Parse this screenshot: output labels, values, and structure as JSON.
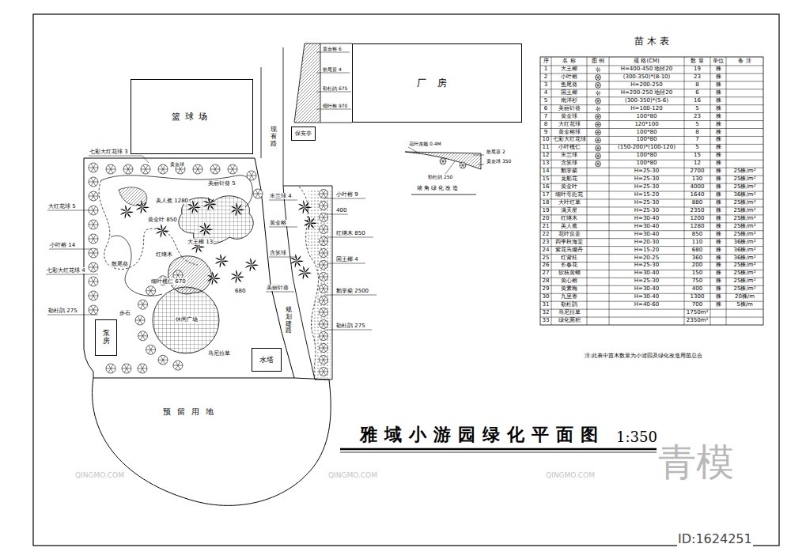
{
  "diagram": {
    "title": "雅域小游园绿化平面图",
    "nodes": [
      {
        "text": [
          "篮球场"
        ]
      },
      {
        "text": [
          "厂房"
        ]
      },
      {
        "text": [
          "保安亭"
        ]
      },
      {
        "text": [
          "泵房"
        ]
      },
      {
        "text": [
          "水塔"
        ]
      }
    ],
    "labels": [
      "苗 木 表",
      "序",
      "名 称",
      "图 例",
      "规 格(CM)",
      "数 量",
      "单位",
      "备 注",
      "1",
      "大王椰",
      "H=400-450 地径20",
      "19",
      "株",
      "2",
      "小叶榕",
      "(300-350)*(8-10)",
      "23",
      "株",
      "3",
      "鱼尾葵",
      "H=200-250",
      "8",
      "株",
      "4",
      "国王椰",
      "H=200-250 地径20",
      "6",
      "株",
      "5",
      "南洋杉",
      "(300-350)*(5-6)",
      "16",
      "株",
      "6",
      "美丽针葵",
      "H=100-120",
      "5",
      "株",
      "7",
      "黄金球",
      "100*80",
      "23",
      "株",
      "8",
      "大红花球",
      "120*100",
      "5",
      "株",
      "9",
      "黄金榕球",
      "100*80",
      "8",
      "株",
      "10",
      "七彩大红花球",
      "100*80",
      "7",
      "株",
      "11",
      "小叶榄仁",
      "(150-200)*(100-120)",
      "5",
      "株",
      "12",
      "米兰球",
      "100*80",
      "15",
      "株",
      "13",
      "含笑球",
      "100*80",
      "12",
      "株",
      "14",
      "鹅掌柴",
      "H=25-30",
      "2700",
      "株",
      "25株/m²",
      "15",
      "龙船花",
      "H=25-30",
      "130",
      "株",
      "25株/m²",
      "16",
      "黄金叶",
      "H=25-30",
      "4000",
      "株",
      "25株/m²",
      "17",
      "细叶萼距花",
      "H=15-20",
      "1640",
      "株",
      "36株/m²",
      "18",
      "大叶红草",
      "H=25-30",
      "880",
      "株",
      "25株/m²",
      "19",
      "满天星",
      "H=25-30",
      "2350",
      "株",
      "25株/m²",
      "20",
      "红继木",
      "H=30-40",
      "1200",
      "株",
      "25株/m²",
      "21",
      "美人蕉",
      "H=30-40",
      "1280",
      "株",
      "25株/m²",
      "22",
      "花叶良姜",
      "H=30-40",
      "850",
      "株",
      "25株/m²",
      "23",
      "四季秋海棠",
      "H=20-30",
      "110",
      "株",
      "36株/m²",
      "24",
      "紫花马缨丹",
      "H=15-20",
      "680",
      "株",
      "36株/m²",
      "25",
      "红背桂",
      "H=20-25",
      "360",
      "株",
      "36株/m²",
      "26",
      "长春花",
      "H=25-30",
      "200",
      "株",
      "25株/m²",
      "27",
      "软枝黄蝉",
      "H=30-40",
      "150",
      "株",
      "25株/m²",
      "28",
      "黄心榕",
      "H=25-30",
      "750",
      "株",
      "25株/m²",
      "29",
      "黄素梅",
      "H=30-40",
      "400",
      "株",
      "25株/m²",
      "30",
      "九里香",
      "H=30-40",
      "1300",
      "株",
      "20株/m",
      "31",
      "勒杜鹃",
      "H=40-60",
      "700",
      "株",
      "5株/m",
      "32",
      "马尼拉草",
      "1750m²",
      "33",
      "绿化面积",
      "2350m²",
      "七彩大红花球 3",
      "黄金球",
      "大红花球 5",
      "小叶榕 14",
      "七彩大红花球 4",
      "勒杜鹃 275",
      "美人蕉 1280",
      "黄金叶 850",
      "美丽针葵 5",
      "大王椰 13",
      "红继木",
      "散尾葵",
      "细叶榄仁 670",
      "680",
      "步石",
      "休闲广场",
      "马尼拉草",
      "预留用地",
      "米兰球 4",
      "黄金榕",
      "含笑球",
      "美丽针葵",
      "小叶榕 9",
      "400",
      "红继木 850",
      "国王椰 4",
      "鹅掌柴 2500",
      "勒杜鹃 275",
      "现有路",
      "规划建路",
      "黄金榕 6",
      "散尾葵 4",
      "勒杜鹃 675",
      "细叶榕 970",
      "花叶连翘 0.4M",
      "散尾葵 2",
      "黄金球 350",
      "勒杜鹃 250",
      "墙角绿化改造",
      "1:350",
      "注:此表中苗木数量为小游园及绿化改造用苗总合",
      "青模",
      "ID:1624251",
      "QINGMO.COM",
      "QINGMO.COM",
      "QINGMO.COM"
    ]
  }
}
